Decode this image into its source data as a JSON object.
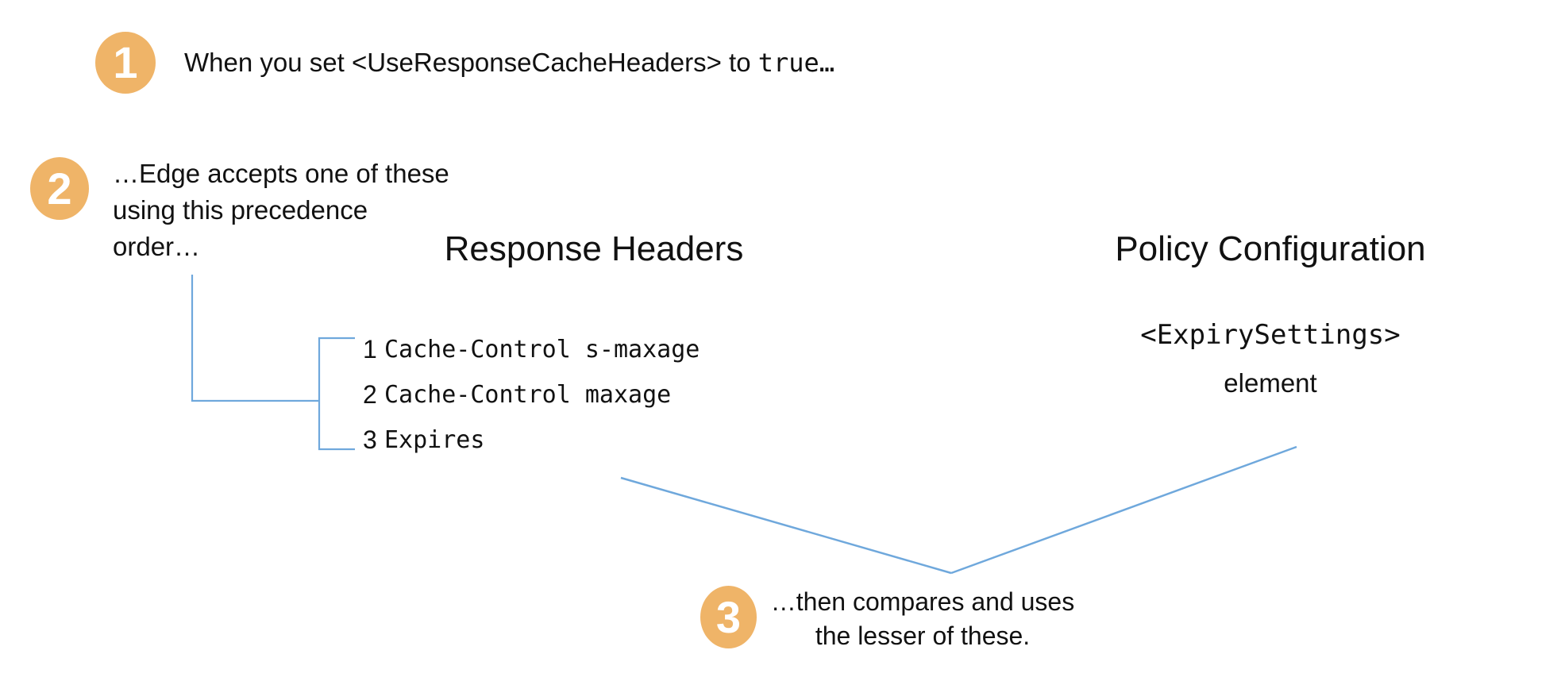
{
  "colors": {
    "accent_orange": "#EFB468",
    "line_blue": "#6FA8DC",
    "text": "#111111",
    "circle_number": "#FFFFFF",
    "background": "#FFFFFF"
  },
  "steps": [
    {
      "number": "1",
      "text_plain": "When you set <UseResponseCacheHeaders> to ",
      "text_code": "true…"
    },
    {
      "number": "2",
      "lines": [
        "…Edge accepts one of these",
        "using this precedence",
        "order…"
      ]
    },
    {
      "number": "3",
      "lines": [
        "…then compares and uses",
        "the lesser of these."
      ]
    }
  ],
  "response_headers": {
    "heading": "Response Headers",
    "items": [
      {
        "rank": "1",
        "code": "Cache-Control s-maxage"
      },
      {
        "rank": "2",
        "code": "Cache-Control maxage"
      },
      {
        "rank": "3",
        "code": "Expires"
      }
    ]
  },
  "policy_configuration": {
    "heading": "Policy Configuration",
    "code": "<ExpirySettings>",
    "caption": "element"
  }
}
